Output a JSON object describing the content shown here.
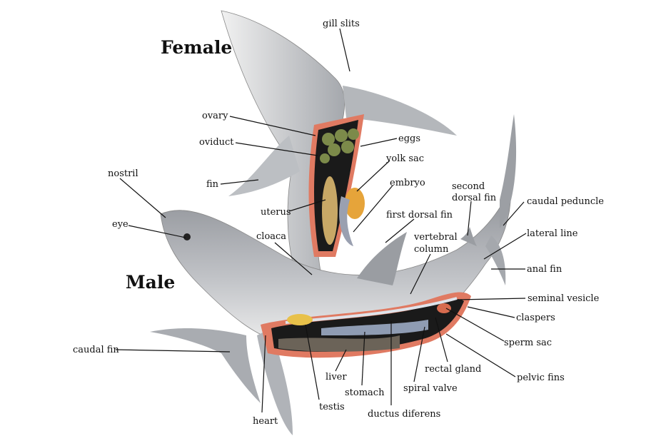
{
  "titles": {
    "female": "Female",
    "male": "Male"
  },
  "labels": {
    "gill_slits": "gill slits",
    "ovary": "ovary",
    "oviduct": "oviduct",
    "eggs": "eggs",
    "yolk_sac": "yolk sac",
    "embryo": "embryo",
    "fin": "fin",
    "nostril": "nostril",
    "uterus": "uterus",
    "eye": "eye",
    "cloaca": "cloaca",
    "first_dorsal_fin": "first dorsal fin",
    "second_dorsal_fin_1": "second",
    "second_dorsal_fin_2": "dorsal fin",
    "caudal_peduncle": "caudal peduncle",
    "lateral_line": "lateral line",
    "vertebral_column_1": "vertebral",
    "vertebral_column_2": "column",
    "anal_fin": "anal fin",
    "seminal_vesicle": "seminal vesicle",
    "claspers": "claspers",
    "sperm_sac": "sperm sac",
    "caudal_fin": "caudal fin",
    "rectal_gland": "rectal gland",
    "pelvic_fins": "pelvic fins",
    "liver": "liver",
    "stomach": "stomach",
    "spiral_valve": "spiral valve",
    "testis": "testis",
    "heart": "heart",
    "ductus_diferens": "ductus diferens"
  },
  "colors": {
    "skin": "#b9bcc1",
    "belly": "#f2f2f2",
    "cut": "#e07a62",
    "cavity": "#1a1a1a",
    "egg": "#7c8a4a",
    "yolk": "#e6a43a"
  }
}
